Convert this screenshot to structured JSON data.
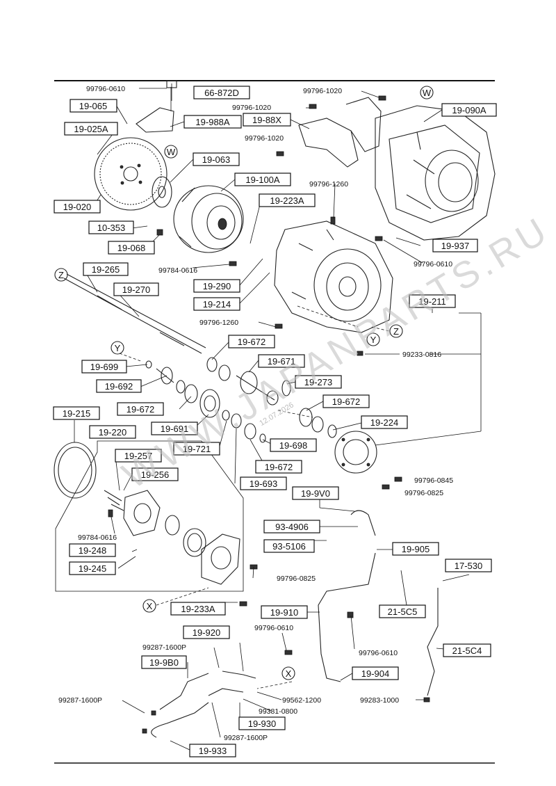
{
  "diagram": {
    "boxed_labels": [
      "66-872D",
      "19-065",
      "19-025A",
      "19-988A",
      "19-88X",
      "19-090A",
      "19-063",
      "19-100A",
      "19-020",
      "10-353",
      "19-068",
      "19-223A",
      "19-937",
      "19-265",
      "19-270",
      "19-290",
      "19-214",
      "19-211",
      "19-672",
      "19-671",
      "19-699",
      "19-692",
      "19-273",
      "19-672",
      "19-672",
      "19-215",
      "19-691",
      "19-224",
      "19-220",
      "19-721",
      "19-698",
      "19-257",
      "19-672",
      "19-256",
      "19-693",
      "19-9V0",
      "93-4906",
      "19-248",
      "93-5106",
      "19-905",
      "19-245",
      "17-530",
      "21-5C5",
      "19-233A",
      "19-910",
      "19-920",
      "21-5C4",
      "19-9B0",
      "19-904",
      "19-930",
      "19-933"
    ],
    "part_numbers": [
      "99796-0610",
      "99796-1020",
      "99796-1020",
      "99796-1020",
      "99796-1260",
      "99796-0610",
      "99784-0616",
      "99796-1260",
      "99233-0816",
      "99796-0845",
      "99796-0825",
      "99784-0616",
      "99796-0825",
      "99796-0610",
      "99287-1600P",
      "99796-0610",
      "99287-1600P",
      "99562-1200",
      "99381-0800",
      "99287-1600P",
      "99283-1000"
    ],
    "callouts": [
      "W",
      "W",
      "Z",
      "Z",
      "Y",
      "Y",
      "X",
      "X"
    ],
    "watermark": "WWW.JAPANPARTS.RU",
    "watermark_date": "12.07.2026"
  }
}
